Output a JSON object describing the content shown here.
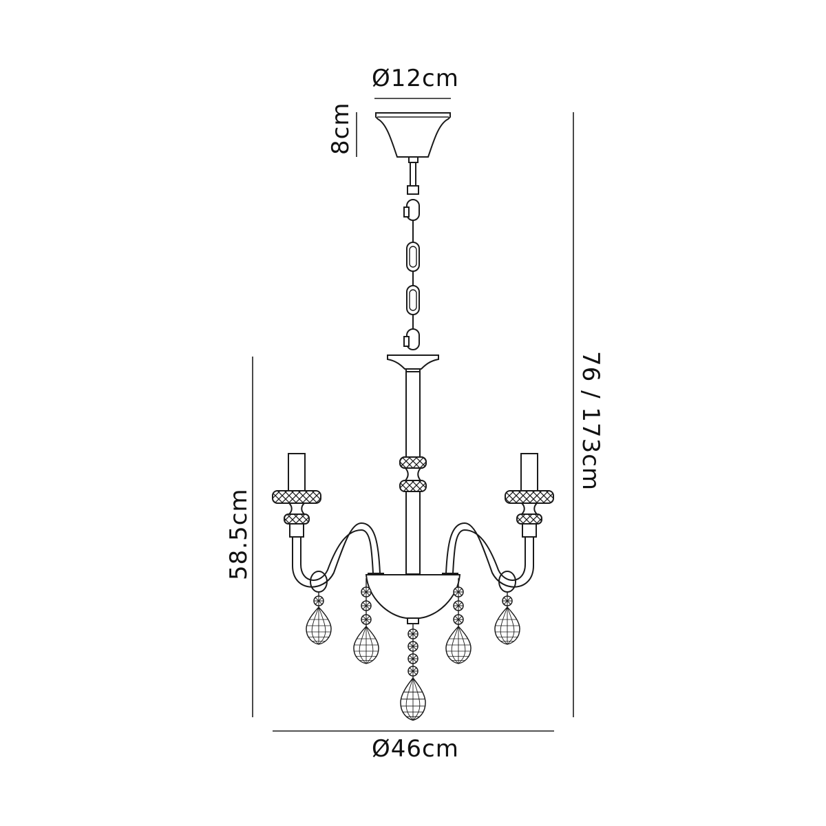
{
  "drawing": {
    "subject": "3-light chandelier with crystal drops",
    "line_color": "#1a1a1a",
    "background": "#ffffff"
  },
  "dimensions": {
    "canopy_diameter": "Ø12cm",
    "canopy_height": "8cm",
    "overall_height": "76 / 173cm",
    "body_height": "58.5cm",
    "overall_diameter": "Ø46cm"
  },
  "components": {
    "canopy": "ceiling-canopy",
    "chain": "suspension-chain",
    "stem": "central-stem",
    "arms": [
      "left-arm",
      "right-arm"
    ],
    "candles": [
      "left-candle",
      "right-candle"
    ],
    "bowl": "center-bowl",
    "crystal_drops": [
      "drop-far-left",
      "drop-left",
      "drop-center",
      "drop-right",
      "drop-far-right"
    ]
  }
}
